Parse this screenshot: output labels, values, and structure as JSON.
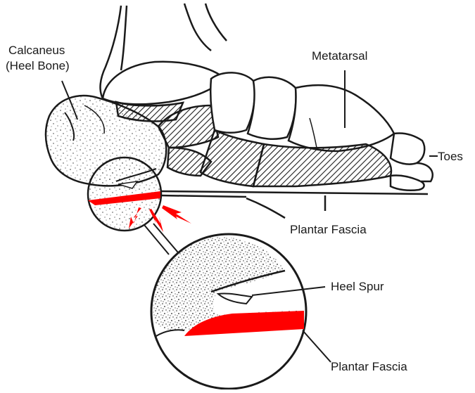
{
  "labels": {
    "calcaneus_line1": "Calcaneus",
    "calcaneus_line2": "(Heel Bone)",
    "metatarsal": "Metatarsal",
    "toes": "Toes",
    "plantar_fascia_top": "Plantar Fascia",
    "heel_spur": "Heel Spur",
    "plantar_fascia_bottom": "Plantar Fascia"
  },
  "colors": {
    "ink": "#1a1a1a",
    "inflammation": "#ff0000",
    "background": "#ffffff"
  }
}
